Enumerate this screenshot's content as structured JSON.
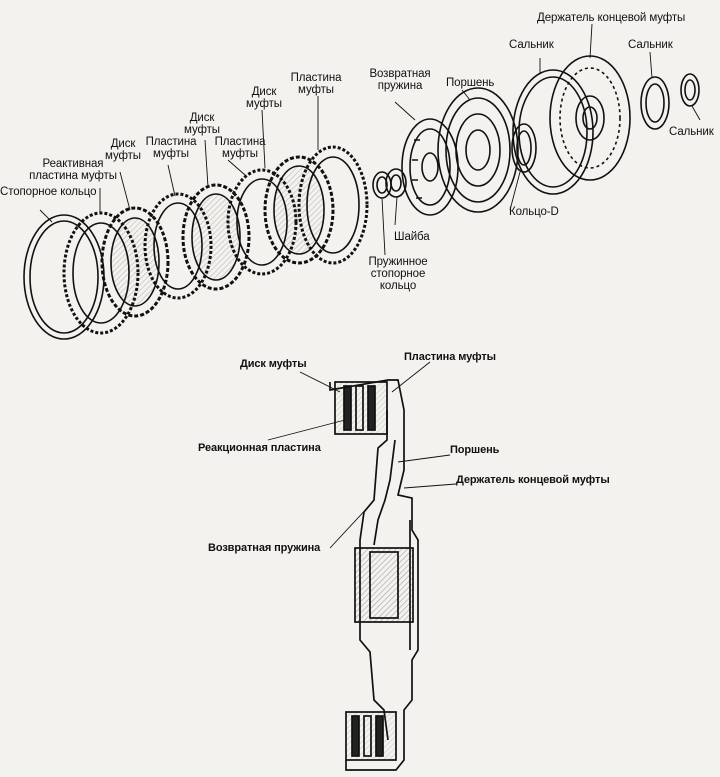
{
  "exploded_view": {
    "labels": {
      "snap_ring": "Стопорное кольцо",
      "reactive_plate": "Реактивная пластина муфты",
      "disc_1": "Диск муфты",
      "plate_1": "Пластина муфты",
      "disc_2": "Диск муфты",
      "plate_2": "Пластина муфты",
      "disc_3": "Диск муфты",
      "plate_3": "Пластина муфты",
      "return_spring": "Возвратная пружина",
      "piston": "Поршень",
      "seal_1": "Сальник",
      "retainer": "Держатель концевой муфты",
      "seal_2": "Сальник",
      "seal_3": "Сальник",
      "washer": "Шайба",
      "spring_snap_ring": "Пружинное стопорное кольцо",
      "d_ring": "Кольцо-D"
    }
  },
  "section_view": {
    "labels": {
      "disc": "Диск муфты",
      "plate": "Пластина муфты",
      "reaction_plate": "Реакционная пластина",
      "piston": "Поршень",
      "retainer": "Держатель концевой муфты",
      "return_spring": "Возвратная пружина"
    }
  },
  "colors": {
    "ink": "#111111",
    "paper": "#f4f2ee"
  }
}
